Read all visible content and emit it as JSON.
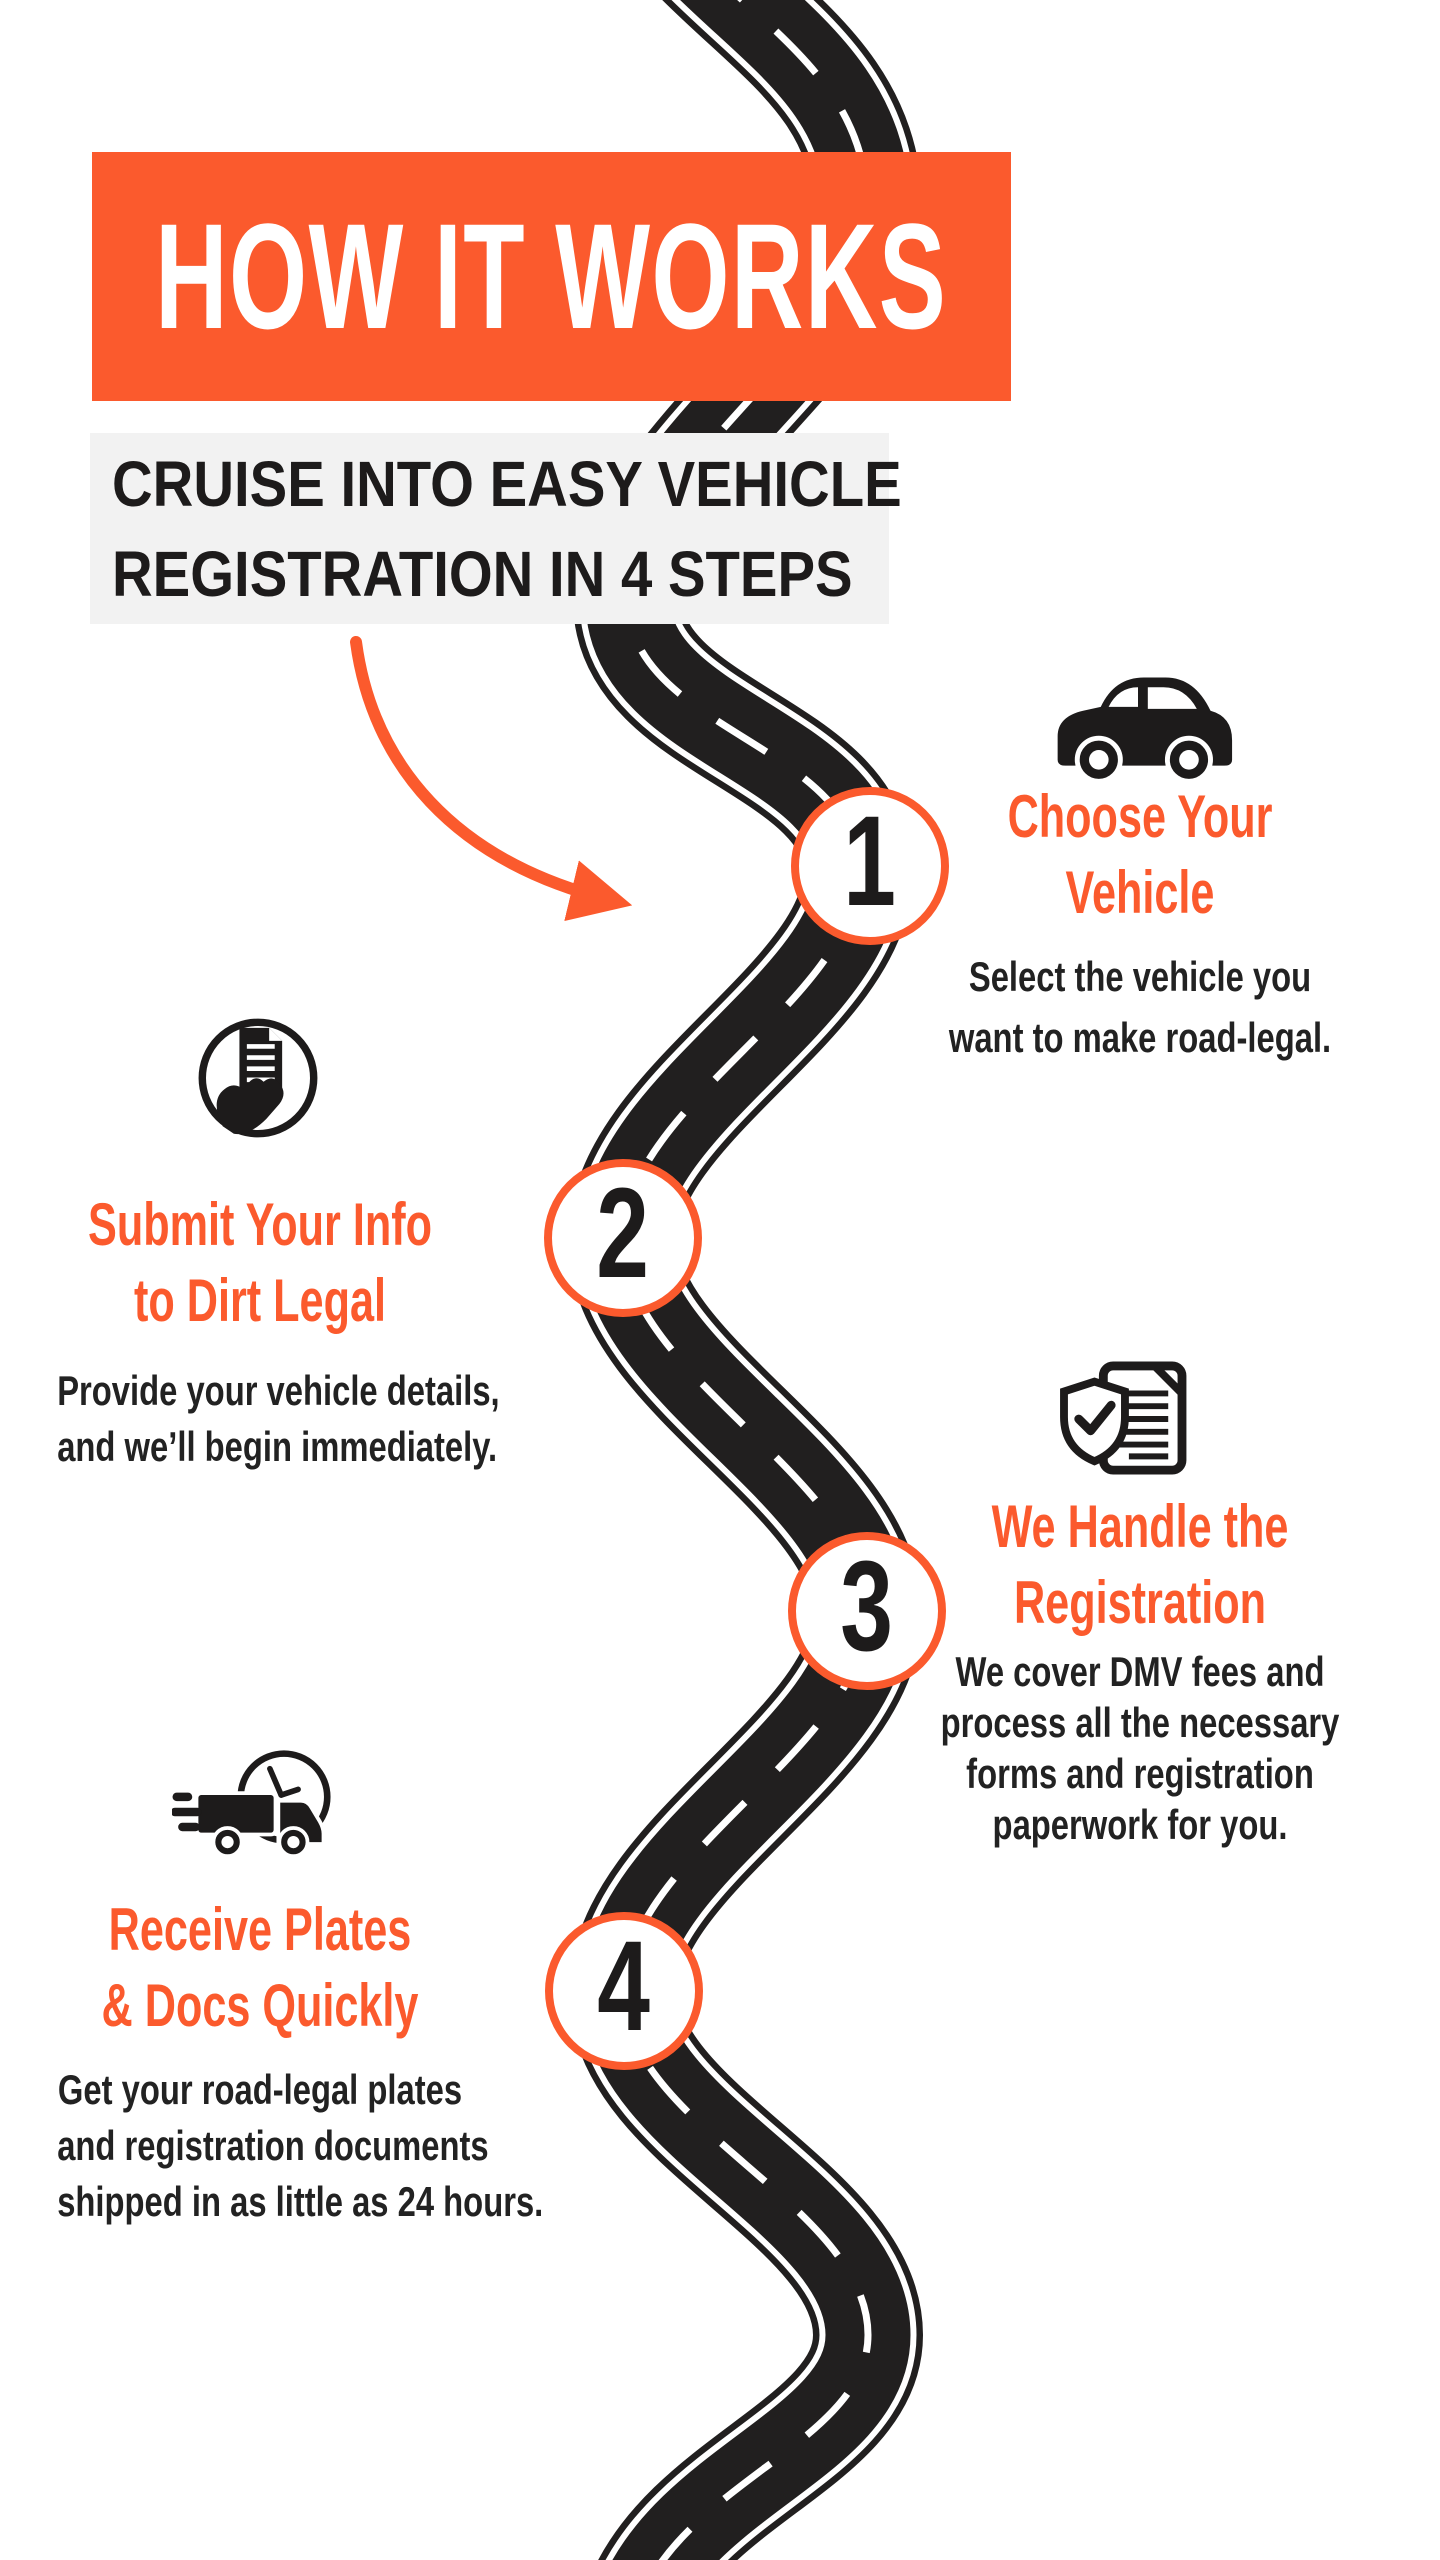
{
  "colors": {
    "accent": "#FB5A2D",
    "ink": "#1D1B1B",
    "panel": "#F2F2F2",
    "road": "#211F1F"
  },
  "banner": {
    "title": "HOW IT WORKS"
  },
  "subtitle": {
    "lines": [
      "CRUISE INTO EASY VEHICLE",
      "REGISTRATION IN 4 STEPS"
    ]
  },
  "steps": [
    {
      "number": "1",
      "icon": "car-icon",
      "title_lines": [
        "Choose Your",
        "Vehicle"
      ],
      "body_lines": [
        "Select the vehicle you",
        "want to make road-legal."
      ]
    },
    {
      "number": "2",
      "icon": "hand-document-icon",
      "title_lines": [
        "Submit Your Info",
        "to Dirt Legal"
      ],
      "body_lines": [
        "Provide your vehicle details,",
        "and we’ll begin immediately."
      ]
    },
    {
      "number": "3",
      "icon": "shield-check-document-icon",
      "title_lines": [
        "We Handle the",
        "Registration"
      ],
      "body_lines": [
        "We cover DMV fees and",
        "process all the necessary",
        "forms and registration",
        "paperwork for you."
      ]
    },
    {
      "number": "4",
      "icon": "fast-delivery-truck-icon",
      "title_lines": [
        "Receive Plates",
        "& Docs Quickly"
      ],
      "body_lines": [
        "Get your road-legal plates",
        "and registration documents",
        "shipped in as little as 24 hours."
      ]
    }
  ]
}
